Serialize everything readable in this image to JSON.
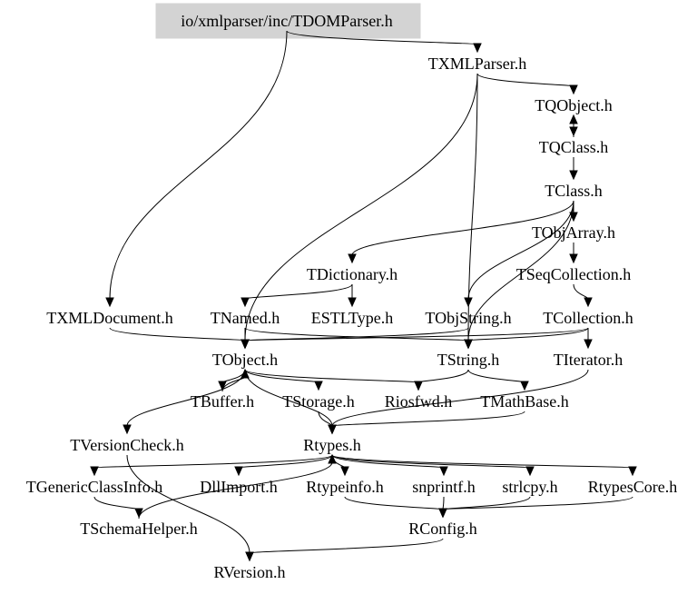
{
  "graph": {
    "root": "io/xmlparser/inc/TDOMParser.h",
    "root_fill": "#d3d3d3",
    "nodes": [
      {
        "id": "tdomparser",
        "label": "io/xmlparser/inc/TDOMParser.h"
      },
      {
        "id": "txmlparser",
        "label": "TXMLParser.h"
      },
      {
        "id": "tqobject",
        "label": "TQObject.h"
      },
      {
        "id": "tqclass",
        "label": "TQClass.h"
      },
      {
        "id": "tclass",
        "label": "TClass.h"
      },
      {
        "id": "tobjarray",
        "label": "TObjArray.h"
      },
      {
        "id": "tdictionary",
        "label": "TDictionary.h"
      },
      {
        "id": "tseqcollection",
        "label": "TSeqCollection.h"
      },
      {
        "id": "txmldocument",
        "label": "TXMLDocument.h"
      },
      {
        "id": "tnamed",
        "label": "TNamed.h"
      },
      {
        "id": "estltype",
        "label": "ESTLType.h"
      },
      {
        "id": "tobjstring",
        "label": "TObjString.h"
      },
      {
        "id": "tcollection",
        "label": "TCollection.h"
      },
      {
        "id": "tobject",
        "label": "TObject.h"
      },
      {
        "id": "tstring",
        "label": "TString.h"
      },
      {
        "id": "titerator",
        "label": "TIterator.h"
      },
      {
        "id": "tbuffer",
        "label": "TBuffer.h"
      },
      {
        "id": "tstorage",
        "label": "TStorage.h"
      },
      {
        "id": "riosfwd",
        "label": "Riosfwd.h"
      },
      {
        "id": "tmathbase",
        "label": "TMathBase.h"
      },
      {
        "id": "tversioncheck",
        "label": "TVersionCheck.h"
      },
      {
        "id": "rtypes",
        "label": "Rtypes.h"
      },
      {
        "id": "tgenericclassinfo",
        "label": "TGenericClassInfo.h"
      },
      {
        "id": "dllimport",
        "label": "DllImport.h"
      },
      {
        "id": "rtypeinfo",
        "label": "Rtypeinfo.h"
      },
      {
        "id": "snprintf",
        "label": "snprintf.h"
      },
      {
        "id": "strlcpy",
        "label": "strlcpy.h"
      },
      {
        "id": "rtypescore",
        "label": "RtypesCore.h"
      },
      {
        "id": "tschemahelper",
        "label": "TSchemaHelper.h"
      },
      {
        "id": "rconfig",
        "label": "RConfig.h"
      },
      {
        "id": "rversion",
        "label": "RVersion.h"
      }
    ],
    "edges": [
      [
        "tdomparser",
        "txmlparser"
      ],
      [
        "tdomparser",
        "txmldocument"
      ],
      [
        "txmlparser",
        "tqobject"
      ],
      [
        "txmlparser",
        "tobject"
      ],
      [
        "txmlparser",
        "tstring"
      ],
      [
        "tqobject",
        "tqclass"
      ],
      [
        "tqclass",
        "tqobject"
      ],
      [
        "tqclass",
        "tclass"
      ],
      [
        "tclass",
        "tobjarray"
      ],
      [
        "tclass",
        "tdictionary"
      ],
      [
        "tclass",
        "tobjstring"
      ],
      [
        "tclass",
        "tstring"
      ],
      [
        "tobjarray",
        "tseqcollection"
      ],
      [
        "tseqcollection",
        "tcollection"
      ],
      [
        "tdictionary",
        "tnamed"
      ],
      [
        "tdictionary",
        "estltype"
      ],
      [
        "txmldocument",
        "tobject"
      ],
      [
        "tnamed",
        "tobject"
      ],
      [
        "tnamed",
        "tstring"
      ],
      [
        "tobjstring",
        "tobject"
      ],
      [
        "tobjstring",
        "tstring"
      ],
      [
        "tcollection",
        "tobject"
      ],
      [
        "tcollection",
        "tstring"
      ],
      [
        "tcollection",
        "titerator"
      ],
      [
        "tobject",
        "tbuffer"
      ],
      [
        "tobject",
        "tstorage"
      ],
      [
        "tobject",
        "riosfwd"
      ],
      [
        "tobject",
        "tversioncheck"
      ],
      [
        "tobject",
        "rtypes"
      ],
      [
        "tbuffer",
        "tobject"
      ],
      [
        "tstring",
        "riosfwd"
      ],
      [
        "tstring",
        "tmathbase"
      ],
      [
        "tstorage",
        "rtypes"
      ],
      [
        "tmathbase",
        "rtypes"
      ],
      [
        "titerator",
        "rtypes"
      ],
      [
        "tversioncheck",
        "rversion"
      ],
      [
        "rtypes",
        "tgenericclassinfo"
      ],
      [
        "rtypes",
        "dllimport"
      ],
      [
        "rtypes",
        "rtypeinfo"
      ],
      [
        "rtypes",
        "snprintf"
      ],
      [
        "rtypes",
        "strlcpy"
      ],
      [
        "rtypes",
        "rtypescore"
      ],
      [
        "tgenericclassinfo",
        "tschemahelper"
      ],
      [
        "tschemahelper",
        "rtypes"
      ],
      [
        "rtypeinfo",
        "rconfig"
      ],
      [
        "snprintf",
        "rconfig"
      ],
      [
        "strlcpy",
        "rconfig"
      ],
      [
        "rtypescore",
        "rconfig"
      ],
      [
        "rconfig",
        "rversion"
      ]
    ]
  }
}
